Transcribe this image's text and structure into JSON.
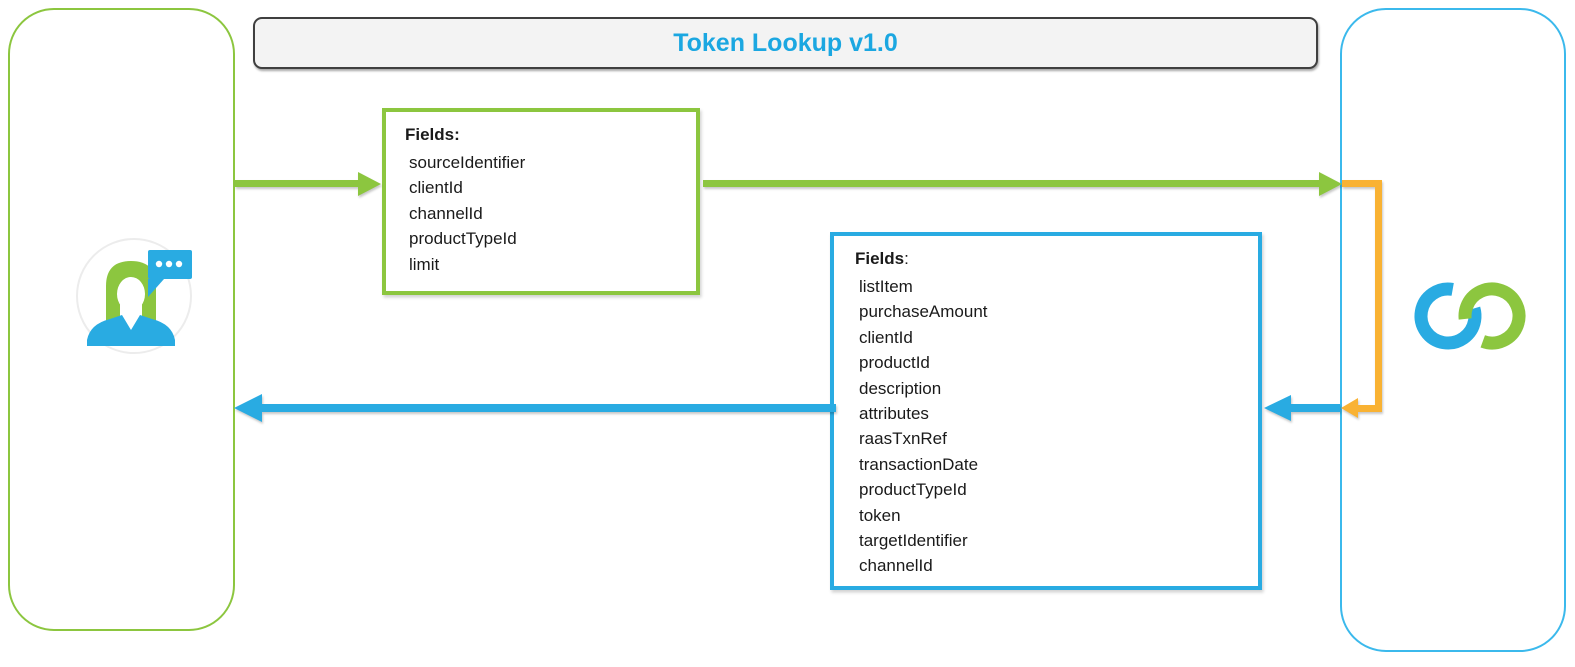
{
  "title": "Token Lookup v1.0",
  "request_box": {
    "header": "Fields:",
    "items": [
      "sourceIdentifier",
      "clientId",
      "channelId",
      "productTypeId",
      "limit"
    ]
  },
  "response_box": {
    "header": "Fields",
    "header_colon": ":",
    "items": [
      "listItem",
      "purchaseAmount",
      "clientId",
      "productId",
      "description",
      "attributes",
      "raasTxnRef",
      "transactionDate",
      "productTypeId",
      "token",
      "targetIdentifier",
      "channelId"
    ]
  },
  "icons": {
    "customer": "person-with-speech-bubble-icon",
    "service": "interlocking-rings-logo"
  },
  "colors": {
    "green": "#8CC63F",
    "blue": "#29ABE2",
    "blue-light": "#3BB9EC",
    "orange": "#F9B233",
    "title-text": "#1BA7E1",
    "bar-fill": "#F3F3F3",
    "bar-border": "#3F3F3F"
  }
}
